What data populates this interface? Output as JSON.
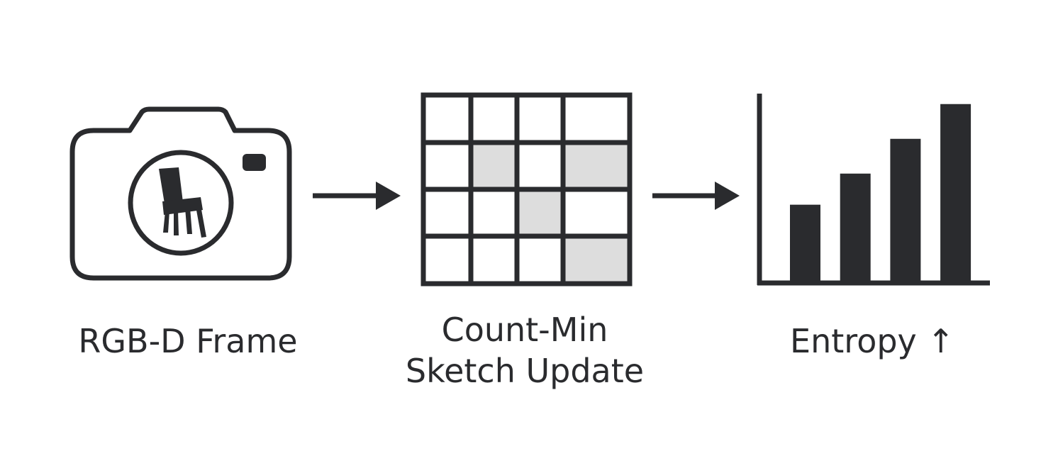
{
  "colors": {
    "ink": "#2a2b2e",
    "highlight": "#dddddd",
    "background": "#ffffff"
  },
  "steps": [
    {
      "id": "camera",
      "icon": "camera-icon",
      "inner_icon": "chair-icon",
      "caption_lines": [
        "RGB-D Frame"
      ]
    },
    {
      "id": "sketch",
      "icon": "count-min-sketch-grid-icon",
      "caption_lines": [
        "Count-Min",
        "Sketch Update"
      ],
      "grid": {
        "rows": 4,
        "cols": 4,
        "highlighted_cells": [
          [
            1,
            1
          ],
          [
            1,
            3
          ],
          [
            2,
            2
          ],
          [
            3,
            3
          ]
        ]
      }
    },
    {
      "id": "entropy",
      "icon": "bar-chart-icon",
      "caption_lines": [
        "Entropy ↑"
      ],
      "bars": [
        0.42,
        0.59,
        0.78,
        0.97
      ]
    }
  ],
  "connectors": [
    "arrow-right-icon",
    "arrow-right-icon"
  ]
}
